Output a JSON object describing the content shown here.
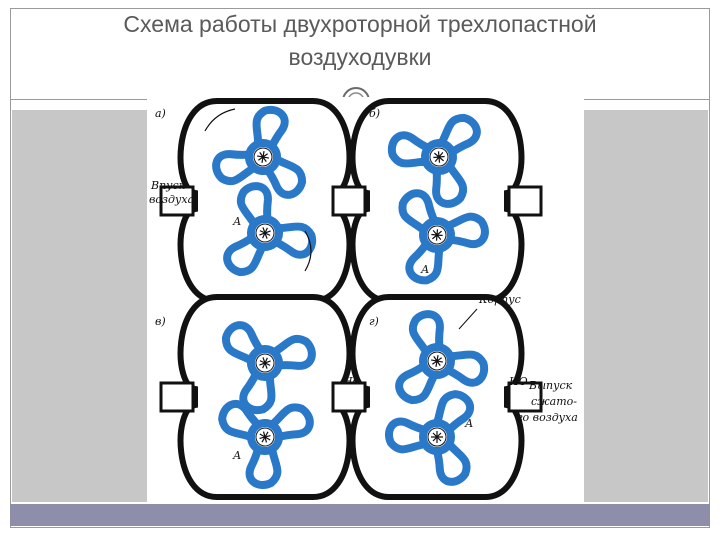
{
  "slide": {
    "title_line1": "Схема работы двухроторной трехлопастной",
    "title_line2": "воздуходувки"
  },
  "diagram": {
    "panels": [
      {
        "label": "а)"
      },
      {
        "label": "б)"
      },
      {
        "label": "в)"
      },
      {
        "label": "г)"
      }
    ],
    "annotations": {
      "intake_line1": "Впуск",
      "intake_line2": "воздуха",
      "chamber": "А",
      "housing": "Корпус",
      "ho": "НО",
      "exhaust_line1": "Выпуск",
      "exhaust_line2": "сжато-",
      "exhaust_line3": "го воздуха"
    },
    "colors": {
      "rotor": "#2a78c8",
      "rotor_inner": "#ffffff",
      "housing": "#111111",
      "grey_band": "#c7c7c7",
      "bottom_bar": "#8e8eaa"
    }
  }
}
